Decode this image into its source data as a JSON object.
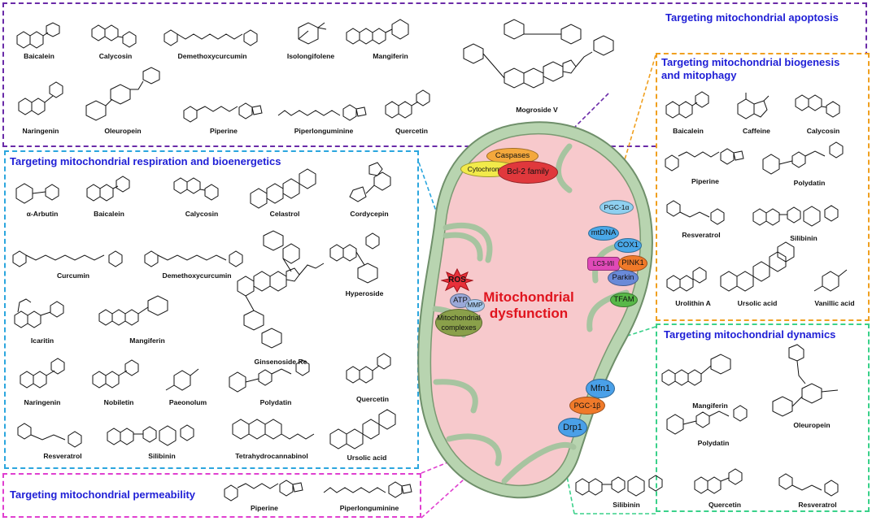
{
  "center_title": [
    "Mitochondrial",
    "dysfunction"
  ],
  "regions": {
    "apoptosis": {
      "title": "Targeting mitochondrial apoptosis",
      "color": "#6a2ba8",
      "compounds": [
        "Baicalein",
        "Calycosin",
        "Demethoxycurcumin",
        "Isolongifolene",
        "Mangiferin",
        "Mogroside V",
        "Naringenin",
        "Oleuropein",
        "Piperine",
        "Piperlonguminine",
        "Quercetin"
      ]
    },
    "biogenesis": {
      "title": [
        "Targeting mitochondrial biogenesis",
        "and mitophagy"
      ],
      "color": "#f0a020",
      "compounds": [
        "Baicalein",
        "Caffeine",
        "Calycosin",
        "Piperine",
        "Polydatin",
        "Resveratrol",
        "Silibinin",
        "Urolithin A",
        "Ursolic acid",
        "Vanillic acid"
      ]
    },
    "respiration": {
      "title": "Targeting mitochondrial respiration and bioenergetics",
      "color": "#2ba6de",
      "compounds": [
        "α-Arbutin",
        "Baicalein",
        "Calycosin",
        "Celastrol",
        "Cordycepin",
        "Curcumin",
        "Demethoxycurcumin",
        "Hyperoside",
        "Icaritin",
        "Mangiferin",
        "Ginsenoside Re",
        "Naringenin",
        "Nobiletin",
        "Paeonolum",
        "Polydatin",
        "Quercetin",
        "Resveratrol",
        "Silibinin",
        "Tetrahydrocannabinol",
        "Ursolic acid"
      ]
    },
    "dynamics": {
      "title": "Targeting mitochondrial dynamics",
      "color": "#3ad18a",
      "compounds": [
        "Mangiferin",
        "Oleuropein",
        "Polydatin",
        "Silibinin",
        "Quercetin",
        "Resveratrol"
      ]
    },
    "permeability": {
      "title": "Targeting mitochondrial permeability",
      "color": "#e040d0",
      "compounds": [
        "Piperine",
        "Piperlonguminine"
      ]
    }
  },
  "markers": [
    {
      "label": "Caspases",
      "color": "#f4a83c"
    },
    {
      "label": "Cytochrome c",
      "color": "#f2ea4a"
    },
    {
      "label": "Bcl-2 family",
      "color": "#e0383c"
    },
    {
      "label": "ROS",
      "color": "#e8303a"
    },
    {
      "label": "ATP",
      "color": "#9aa8d8"
    },
    {
      "label": "MMP",
      "color": "#a8c8ec"
    },
    {
      "label": [
        "Mitochondrial",
        "complexes"
      ],
      "color": "#8aa04a"
    },
    {
      "label": "PGC-1α",
      "color": "#8fd0f0"
    },
    {
      "label": "mtDNA",
      "color": "#4aa8e8"
    },
    {
      "label": "COX1",
      "color": "#4aa8e8"
    },
    {
      "label": "LC3-I/II",
      "color": "#e04ab8"
    },
    {
      "label": "PINK1",
      "color": "#f07a2a"
    },
    {
      "label": "Parkin",
      "color": "#6a8ad8"
    },
    {
      "label": "TFAM",
      "color": "#58b848"
    },
    {
      "label": "Mfn1",
      "color": "#4aa0e8"
    },
    {
      "label": "PGC-1β",
      "color": "#f07a2a"
    },
    {
      "label": "Drp1",
      "color": "#4aa0e8"
    }
  ],
  "palette": {
    "title_blue": "#1f1fd6",
    "center_red": "#e0141e",
    "membrane": "#a8c8a0",
    "matrix": "#f8c8cc"
  }
}
